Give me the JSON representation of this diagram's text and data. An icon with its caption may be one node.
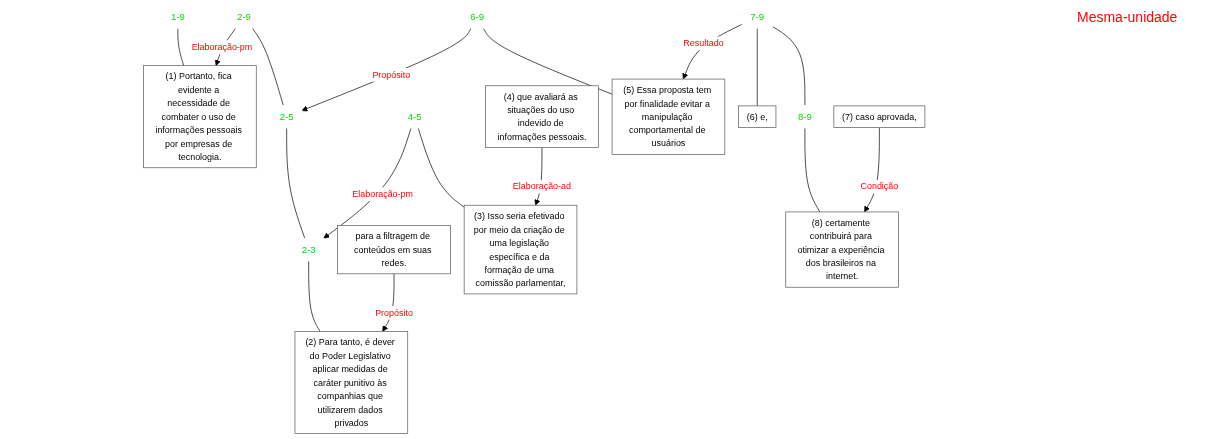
{
  "diagram": {
    "nodes": [
      {
        "text": [
          "1-9"
        ]
      },
      {
        "text": [
          "(1) Portanto, fica evidente a necessidade de combater o uso de informações pessoais por empresas de tecnologia."
        ]
      },
      {
        "text": [
          "2-9"
        ]
      },
      {
        "text": [
          "2-5"
        ]
      },
      {
        "text": [
          "2-3"
        ]
      },
      {
        "text": [
          "(2) Para tanto, é dever do Poder Legislativo aplicar medidas de caráter punitivo às companhias que utilizarem dados privados"
        ]
      },
      {
        "text": [
          "para a filtragem de conteúdos em suas redes."
        ]
      },
      {
        "text": [
          "4-5"
        ]
      },
      {
        "text": [
          "(3) Isso seria efetivado por meio da criação de uma legislação específica e da formação de uma comissão parlamentar,"
        ]
      },
      {
        "text": [
          "(4) que avaliará as situações do uso indevido de informações pessoais."
        ]
      },
      {
        "text": [
          "6-9"
        ]
      },
      {
        "text": [
          "(5) Essa proposta tem por finalidade evitar a manipulação comportamental de usuários"
        ]
      },
      {
        "text": [
          "7-9"
        ]
      },
      {
        "text": [
          "(6) e,"
        ]
      },
      {
        "text": [
          "8-9"
        ]
      },
      {
        "text": [
          "(7) caso aprovada,"
        ]
      },
      {
        "text": [
          "(8) certamente contribuirá para otimizar a experiência dos brasileiros na internet."
        ]
      }
    ],
    "edges": [
      {
        "from": 0,
        "to": 1,
        "arrow": "none"
      },
      {
        "from": 2,
        "to": 1,
        "arrow": "to",
        "label": "Elaboração-pm"
      },
      {
        "from": 2,
        "to": 3,
        "arrow": "none"
      },
      {
        "from": 10,
        "to": 3,
        "arrow": "to",
        "label": "Propósito"
      },
      {
        "from": 3,
        "to": 4,
        "arrow": "none"
      },
      {
        "from": 7,
        "to": 4,
        "arrow": "to",
        "label": "Elaboração-pm"
      },
      {
        "from": 4,
        "to": 5,
        "arrow": "none"
      },
      {
        "from": 6,
        "to": 5,
        "arrow": "to",
        "label": "Propósito"
      },
      {
        "from": 7,
        "to": 8,
        "arrow": "none"
      },
      {
        "from": 9,
        "to": 8,
        "arrow": "to",
        "label": "Elaboração-ad"
      },
      {
        "from": 10,
        "to": 11,
        "arrow": "none"
      },
      {
        "from": 12,
        "to": 11,
        "arrow": "to",
        "label": "Resultado"
      },
      {
        "from": 12,
        "to": 13,
        "arrow": "none"
      },
      {
        "from": 12,
        "to": 14,
        "arrow": "none"
      },
      {
        "from": 14,
        "to": 16,
        "arrow": "none"
      },
      {
        "from": 15,
        "to": 16,
        "arrow": "to",
        "label": "Condição"
      }
    ],
    "labels": [
      "Mesma-unidade"
    ]
  }
}
